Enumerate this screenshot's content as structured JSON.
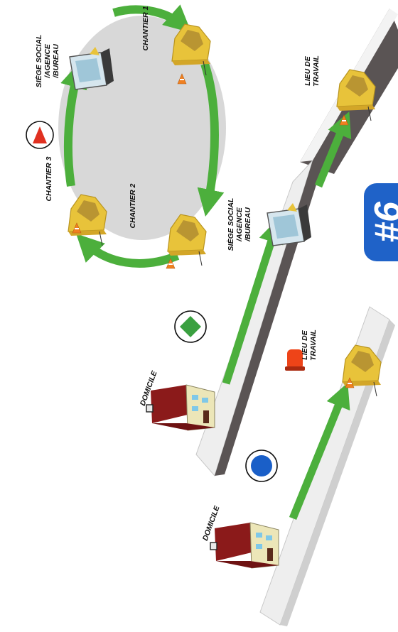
{
  "labels": {
    "chantier_1": "CHANTIER 1",
    "chantier_2": "CHANTIER 2",
    "chantier_3": "CHANTIER 3",
    "siege_loop": [
      "SIÈGE SOCIAL",
      "/AGENCE",
      "/BUREAU"
    ],
    "siege_middle": [
      "SIÈGE SOCIAL",
      "/AGENCE",
      "/BUREAU"
    ],
    "lieu_top": [
      "LIEU DE",
      "TRAVAIL"
    ],
    "lieu_bottom": [
      "LIEU DE",
      "TRAVAIL"
    ],
    "domicile_middle": "DOMICILE",
    "domicile_bottom": "DOMICILE",
    "badge": "#6"
  },
  "symbols": {
    "triangle": "red-triangle-icon",
    "diamond": "green-diamond-icon",
    "circle": "blue-circle-icon"
  },
  "colors": {
    "arrow": "#4caf3c",
    "road": "#eeeeee",
    "road_dark": "#5a5454",
    "hill": "#e8c33a",
    "house_roof": "#8b1a1a",
    "house_wall": "#ece6b8",
    "badge": "#1f62c8",
    "triangle": "#e03020",
    "diamond": "#3aa040",
    "circle": "#1a5fc8",
    "cone": "#f08020"
  }
}
